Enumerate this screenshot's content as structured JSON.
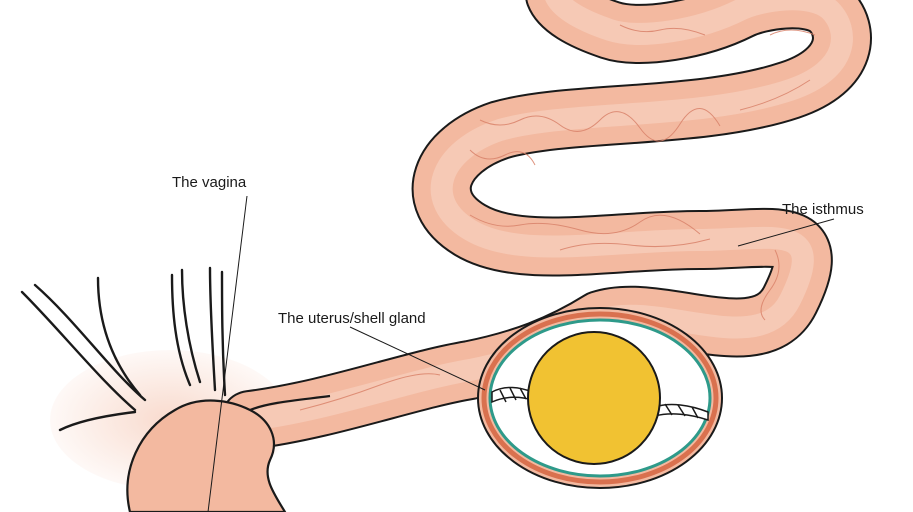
{
  "labels": {
    "vagina": "The vagina",
    "uterus": "The uterus/shell gland",
    "isthmus": "The isthmus"
  },
  "colors": {
    "tissue_fill": "#f3b9a0",
    "tissue_fill_light": "#f9d3c3",
    "outline": "#1a1a1a",
    "vessel": "#d9826a",
    "yolk": "#f1c232",
    "shell_membrane": "#2e9a8a",
    "uterus_wall": "#d9714f",
    "leader_line": "#1a1a1a"
  }
}
